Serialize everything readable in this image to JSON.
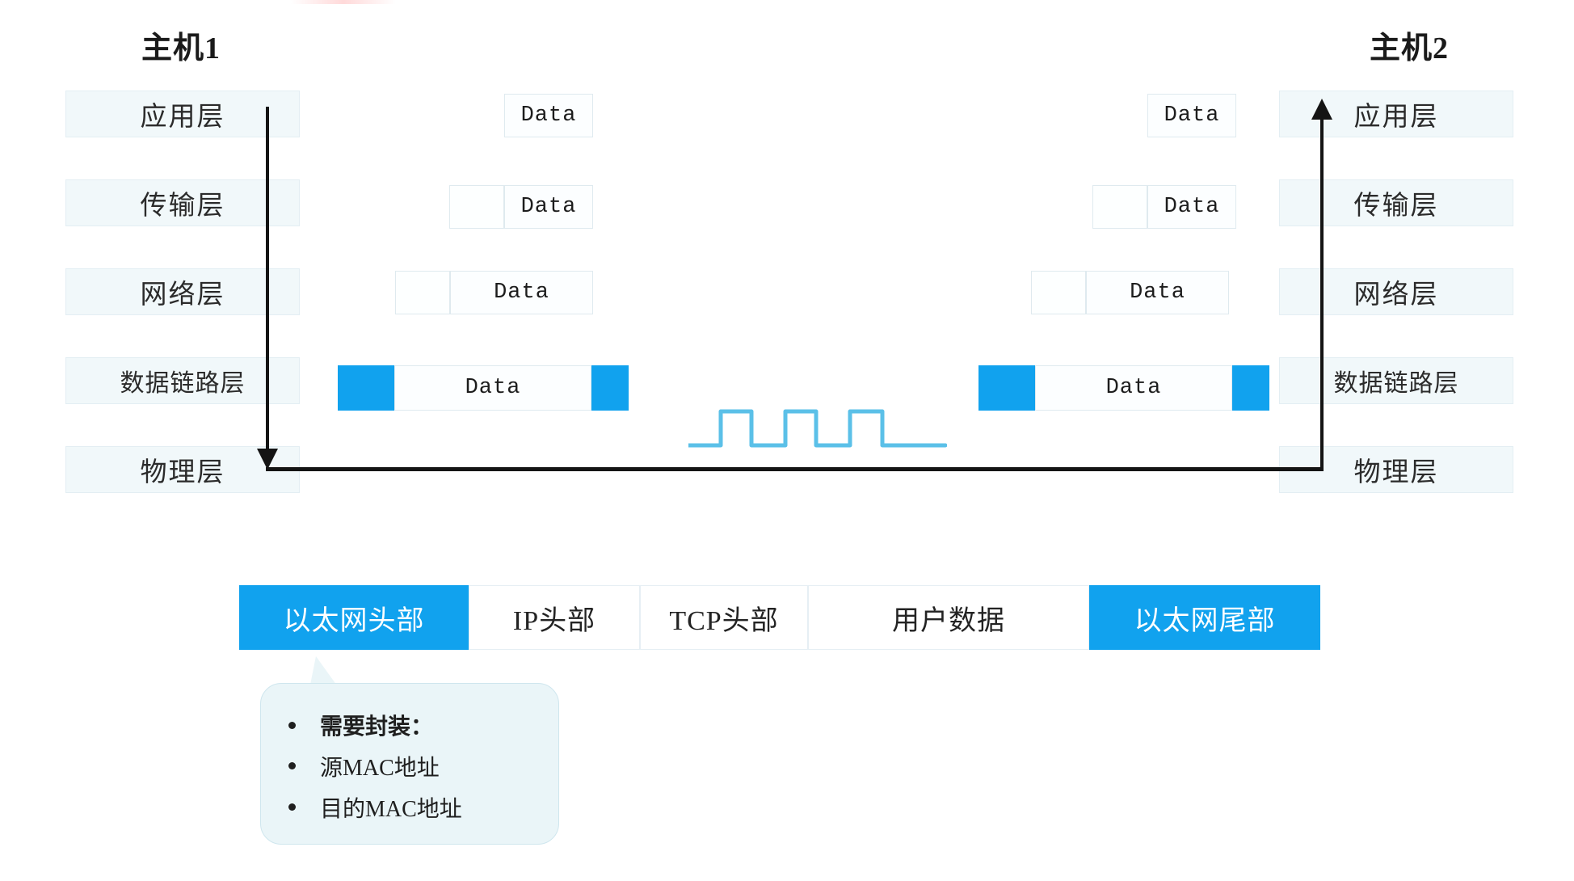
{
  "diagram": {
    "title_left": "主机1",
    "title_right": "主机2",
    "layers": [
      {
        "label": "应用层"
      },
      {
        "label": "传输层"
      },
      {
        "label": "网络层"
      },
      {
        "label": "数据链路层"
      },
      {
        "label": "物理层"
      }
    ],
    "pdu_label": "Data",
    "signal": {
      "name": "square-wave-signal",
      "color": "#5bc0e8"
    },
    "flow": {
      "left_direction": "down",
      "right_direction": "up",
      "line_color": "#141414"
    }
  },
  "frame_table": {
    "cells": [
      {
        "label": "以太网头部",
        "accent": true
      },
      {
        "label": "IP头部",
        "accent": false
      },
      {
        "label": "TCP头部",
        "accent": false
      },
      {
        "label": "用户数据",
        "accent": false
      },
      {
        "label": "以太网尾部",
        "accent": true
      }
    ]
  },
  "callout": {
    "items": [
      {
        "text": "需要封装：",
        "strong": true
      },
      {
        "text": "源MAC地址",
        "strong": false
      },
      {
        "text": "目的MAC地址",
        "strong": false
      }
    ]
  },
  "colors": {
    "accent_blue": "#11a2ee",
    "layer_fill": "#f1f8fa",
    "layer_border": "#e3eef3",
    "callout_fill": "#eaf5f8",
    "wave_blue": "#5bc0e8",
    "line_black": "#141414"
  }
}
